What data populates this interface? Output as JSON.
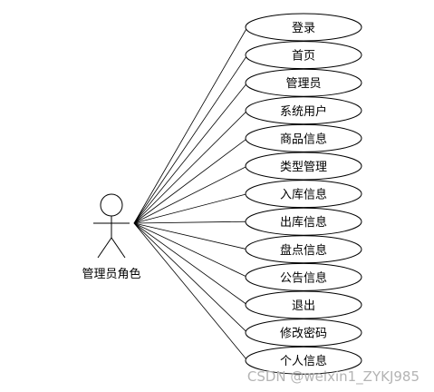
{
  "actor": {
    "label": "管理员角色"
  },
  "use_cases": [
    {
      "label": "登录"
    },
    {
      "label": "首页"
    },
    {
      "label": "管理员"
    },
    {
      "label": "系统用户"
    },
    {
      "label": "商品信息"
    },
    {
      "label": "类型管理"
    },
    {
      "label": "入库信息"
    },
    {
      "label": "出库信息"
    },
    {
      "label": "盘点信息"
    },
    {
      "label": "公告信息"
    },
    {
      "label": "退出"
    },
    {
      "label": "修改密码"
    },
    {
      "label": "个人信息"
    }
  ],
  "watermark": "CSDN @weixin1_ZYKJ985"
}
